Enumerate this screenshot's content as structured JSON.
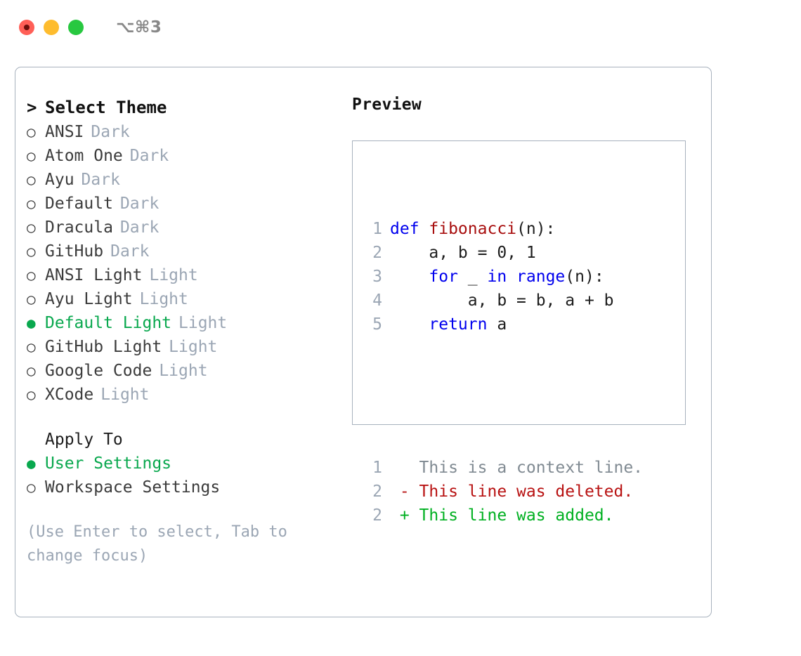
{
  "titlebar": {
    "shortcut": "⌥⌘3",
    "lights": [
      "close-red",
      "minimize-amber",
      "zoom-green"
    ]
  },
  "left": {
    "header": {
      "prompt": ">",
      "label": "Select Theme"
    },
    "bullet_selected": "●",
    "bullet_unselected": "○",
    "themes": [
      {
        "name": "ANSI",
        "kind": "Dark",
        "selected": false
      },
      {
        "name": "Atom One",
        "kind": "Dark",
        "selected": false
      },
      {
        "name": "Ayu",
        "kind": "Dark",
        "selected": false
      },
      {
        "name": "Default",
        "kind": "Dark",
        "selected": false
      },
      {
        "name": "Dracula",
        "kind": "Dark",
        "selected": false
      },
      {
        "name": "GitHub",
        "kind": "Dark",
        "selected": false
      },
      {
        "name": "ANSI Light",
        "kind": "Light",
        "selected": false
      },
      {
        "name": "Ayu Light",
        "kind": "Light",
        "selected": false
      },
      {
        "name": "Default Light",
        "kind": "Light",
        "selected": true
      },
      {
        "name": "GitHub Light",
        "kind": "Light",
        "selected": false
      },
      {
        "name": "Google Code",
        "kind": "Light",
        "selected": false
      },
      {
        "name": "XCode",
        "kind": "Light",
        "selected": false
      }
    ],
    "apply_to": {
      "label": "Apply To",
      "options": [
        {
          "name": "User Settings",
          "selected": true
        },
        {
          "name": "Workspace Settings",
          "selected": false
        }
      ]
    },
    "hint": "(Use Enter to select, Tab to change focus)"
  },
  "right": {
    "title": "Preview",
    "code_lines": [
      {
        "num": "1",
        "tokens": [
          {
            "t": "def ",
            "c": "kw"
          },
          {
            "t": "fibonacci",
            "c": "fn"
          },
          {
            "t": "(n):",
            "c": "plain"
          }
        ]
      },
      {
        "num": "2",
        "tokens": [
          {
            "t": "    a, b = 0, 1",
            "c": "plain"
          }
        ]
      },
      {
        "num": "3",
        "tokens": [
          {
            "t": "    ",
            "c": "plain"
          },
          {
            "t": "for",
            "c": "kw"
          },
          {
            "t": " _ ",
            "c": "plain"
          },
          {
            "t": "in",
            "c": "kw"
          },
          {
            "t": " ",
            "c": "plain"
          },
          {
            "t": "range",
            "c": "kw"
          },
          {
            "t": "(n):",
            "c": "plain"
          }
        ]
      },
      {
        "num": "4",
        "tokens": [
          {
            "t": "        a, b = b, a + b",
            "c": "plain"
          }
        ]
      },
      {
        "num": "5",
        "tokens": [
          {
            "t": "    ",
            "c": "plain"
          },
          {
            "t": "return",
            "c": "kw"
          },
          {
            "t": " a",
            "c": "plain"
          }
        ]
      }
    ],
    "diff_lines": [
      {
        "num": "1",
        "tokens": [
          {
            "t": "   This is a context line.",
            "c": "ctx"
          }
        ]
      },
      {
        "num": "2",
        "tokens": [
          {
            "t": " - This line was deleted.",
            "c": "del"
          }
        ]
      },
      {
        "num": "2",
        "tokens": [
          {
            "t": " + This line was added.",
            "c": "add"
          }
        ]
      }
    ]
  },
  "colors": {
    "accent_green": "#09a84e",
    "muted": "#9ba6b4",
    "border": "#a7b1bd",
    "keyword_blue": "#0000ee",
    "function_red": "#a80f0f",
    "diff_add": "#00b021",
    "diff_del": "#b81212",
    "light_red": "#ff5f57",
    "light_amber": "#febc2e",
    "light_green": "#28c840"
  }
}
